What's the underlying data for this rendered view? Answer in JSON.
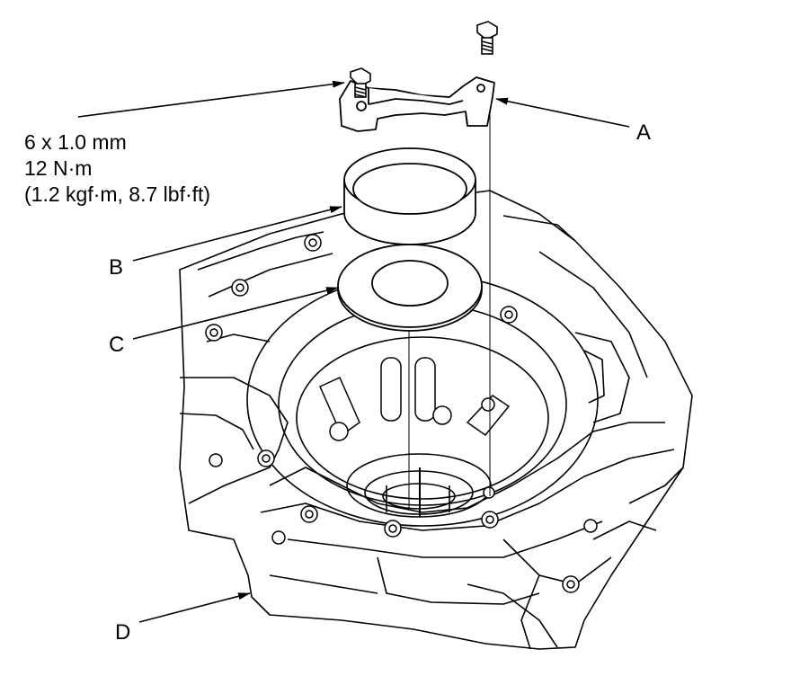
{
  "torque_spec": {
    "size": "6 x 1.0 mm",
    "torque_nm": "12 N·m",
    "torque_alt": "(1.2 kgf·m, 8.7 lbf·ft)"
  },
  "callouts": {
    "a": "A",
    "b": "B",
    "c": "C",
    "d": "D"
  }
}
